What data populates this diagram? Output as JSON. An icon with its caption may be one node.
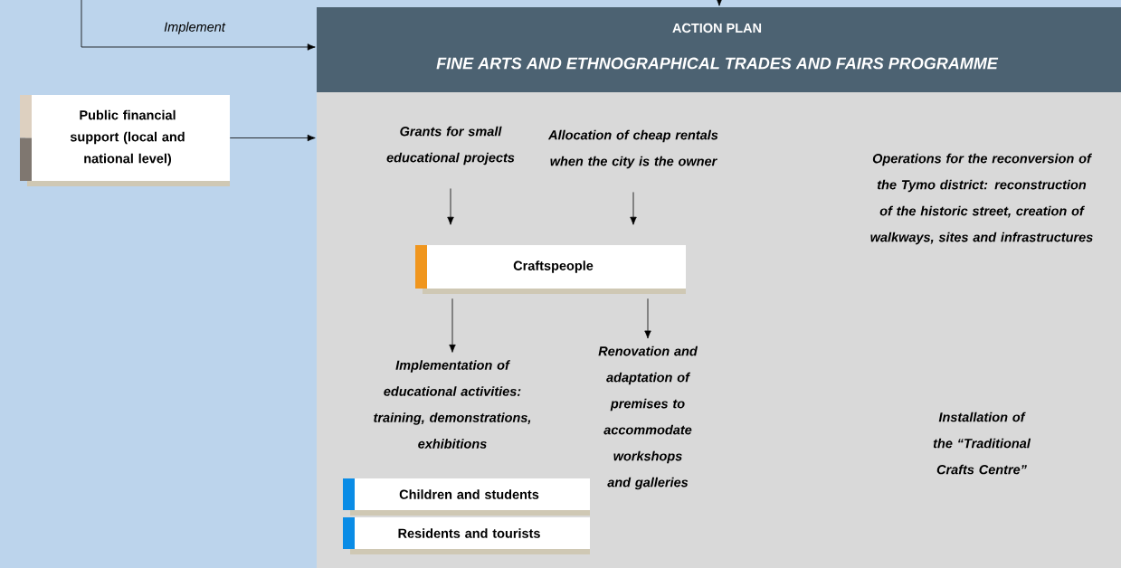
{
  "diagram": {
    "nodes": [
      {
        "text": [
          "ACTION PLAN",
          "FINE ARTS AND ETHNOGRAPHICAL TRADES AND FAIRS PROGRAMME"
        ]
      },
      {
        "text": [
          "Public financial support (local and national level)"
        ]
      },
      {
        "text": [
          "Grants for small educational projects"
        ],
        "in": 0
      },
      {
        "text": [
          "Allocation of cheap rentals when the city is the owner"
        ],
        "in": 0
      },
      {
        "text": [
          "Craftspeople"
        ],
        "in": 0
      },
      {
        "text": [
          "Implementation of educational activities: training, demonstrations, exhibitions"
        ],
        "in": 0
      },
      {
        "text": [
          "Renovation and adaptation of premises to accommodate workshops and galleries"
        ],
        "in": 0
      },
      {
        "text": [
          "Operations for the reconversion of the Tymo district: reconstruction of the historic street, creation of walkways, sites and infrastructures"
        ],
        "in": 0
      },
      {
        "text": [
          "Installation of the “Traditional Crafts Centre”"
        ],
        "in": 0
      },
      {
        "text": [
          "Children and students"
        ],
        "in": 0
      },
      {
        "text": [
          "Residents and tourists"
        ],
        "in": 0
      }
    ],
    "edges": [
      {
        "from": null,
        "to": 0,
        "arrow": "to",
        "label": "Implement"
      },
      {
        "from": null,
        "to": 0,
        "arrow": "to"
      },
      {
        "from": 1,
        "to": 0,
        "arrow": "to"
      },
      {
        "from": 2,
        "to": 4,
        "arrow": "to"
      },
      {
        "from": 3,
        "to": 4,
        "arrow": "to"
      },
      {
        "from": 4,
        "to": 5,
        "arrow": "to"
      },
      {
        "from": 4,
        "to": 6,
        "arrow": "to"
      }
    ]
  }
}
